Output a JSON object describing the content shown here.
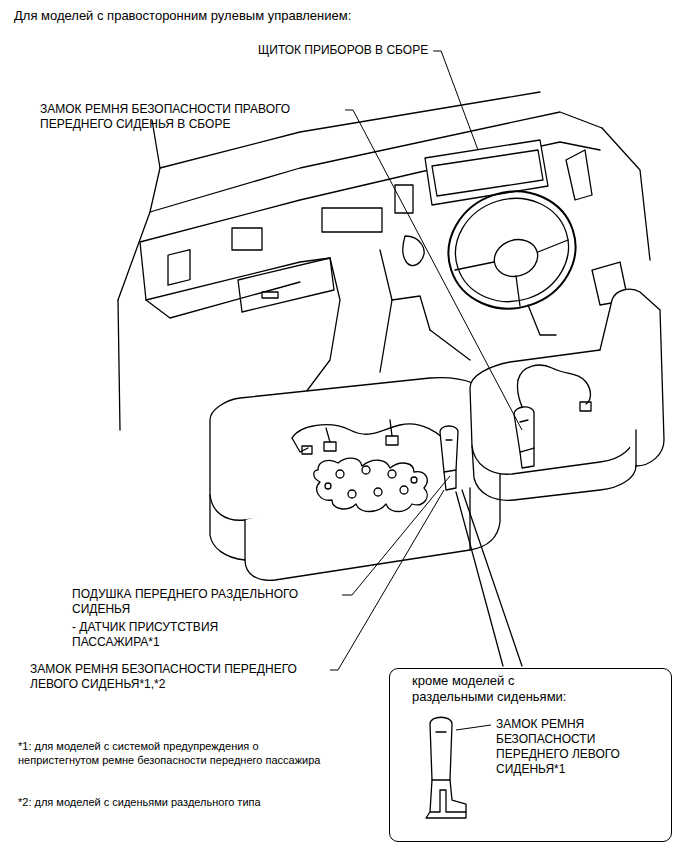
{
  "diagram": {
    "title": "Для моделей с правосторонним рулевым управлением:",
    "nodes": [
      {
        "text": [
          "кроме моделей с раздельными сиденьями:",
          "ЗАМОК РЕМНЯ БЕЗОПАСНОСТИ ПЕРЕДНЕГО ЛЕВОГО СИДЕНЬЯ*1"
        ]
      }
    ],
    "labels": [
      "ЩИТОК ПРИБОРОВ В СБОРЕ",
      "ЗАМОК РЕМНЯ БЕЗОПАСНОСТИ ПРАВОГО ПЕРЕДНЕГО СИДЕНЬЯ В СБОРЕ",
      "ПОДУШКА ПЕРЕДНЕГО РАЗДЕЛЬНОГО СИДЕНЬЯ",
      "- ДАТЧИК ПРИСУТСТВИЯ ПАССАЖИРА*1",
      "ЗАМОК РЕМНЯ БЕЗОПАСНОСТИ ПЕРЕДНЕГО ЛЕВОГО СИДЕНЬЯ*1,*2",
      "*1: для моделей с системой предупреждения о непристегнутом ремне безопасности переднего пассажира",
      "*2: для моделей с сиденьями раздельного типа"
    ]
  }
}
